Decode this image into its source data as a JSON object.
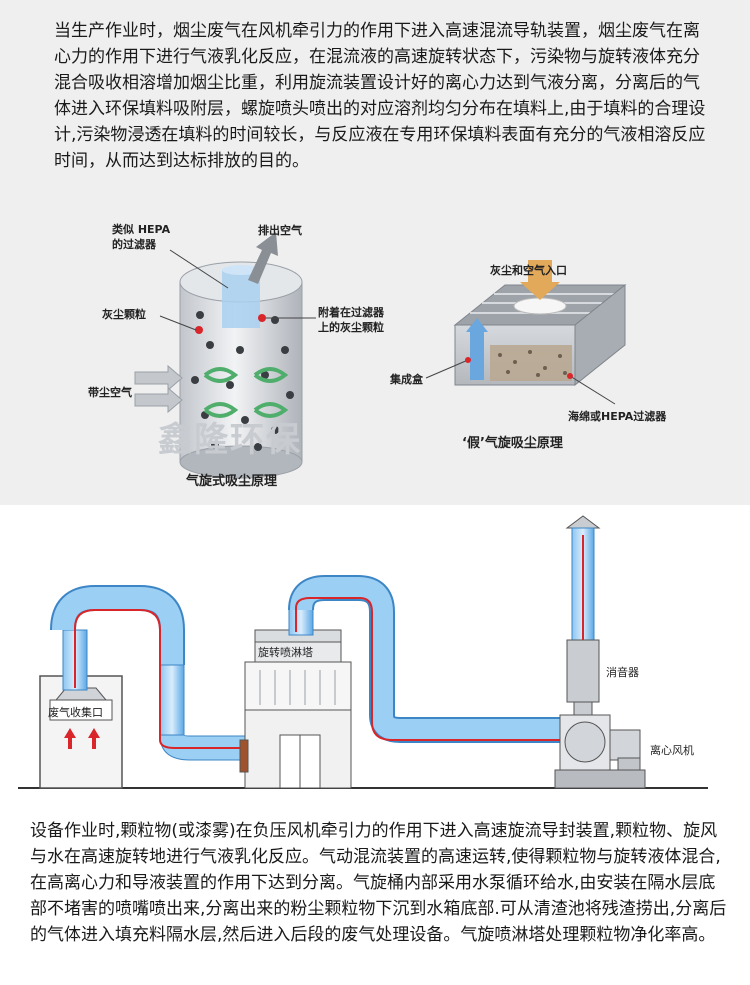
{
  "intro_text": "当生产作业时，烟尘废气在风机牵引力的作用下进入高速混流导轨装置，烟尘废气在离心力的作用下进行气液乳化反应，在混流液的高速旋转状态下，污染物与旋转液体充分混合吸收相溶增加烟尘比重，利用旋流装置设计好的离心力达到气液分离，分离后的气体进入环保填料吸附层，螺旋喷头喷出的对应溶剂均匀分布在填料上,由于填料的合理设计,污染物浸透在填料的时间较长，与反应液在专用环保填料表面有充分的气液相溶反应时间，从而达到达标排放的目的。",
  "cyclone_diagram": {
    "caption": "气旋式吸尘原理",
    "label_hepa": "类似 HEPA\n的过滤器",
    "label_exhaust": "排出空气",
    "label_dust": "灰尘颗粒",
    "label_attached": "附着在过滤器\n上的灰尘颗粒",
    "label_inlet": "带尘空气",
    "watermark": "鑫隆环保"
  },
  "fake_diagram": {
    "caption": "‘假’气旋吸尘原理",
    "label_inlet": "灰尘和空气入口",
    "label_box": "集成盒",
    "label_filter": "海绵或HEPA过滤器"
  },
  "system_diagram": {
    "label_collector": "废气收集口",
    "label_tower": "旋转喷淋塔",
    "label_muffler": "消音器",
    "label_fan": "离心风机"
  },
  "bottom_text": "设备作业时,颗粒物(或漆雾)在负压风机牵引力的作用下进入高速旋流导封装置,颗粒物、旋风与水在高速旋转地进行气液乳化反应。气动混流装置的高速运转,使得颗粒物与旋转液体混合,在高离心力和导液装置的作用下达到分离。气旋桶内部采用水泵循环给水,由安装在隔水层底部不堵害的喷嘴喷出来,分离出来的粉尘颗粒物下沉到水箱底部.可从清渣池将残渣捞出,分离后的气体进入填充料隔水层,然后进入后段的废气处理设备。气旋喷淋塔处理颗粒物净化率高。",
  "colors": {
    "duct_blue": "#5aa8e6",
    "flow_red": "#d8262a",
    "steel": "#c9ccd0"
  }
}
